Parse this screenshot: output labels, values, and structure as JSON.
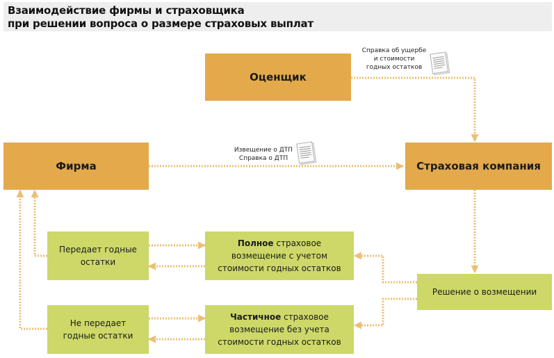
{
  "title": {
    "line1": "Взаимодействие фирмы и страховщика",
    "line2": "при решении вопроса о размере страховых выплат"
  },
  "boxes": {
    "appraiser": "Оценщик",
    "firm": "Фирма",
    "insurer": "Страховая компания",
    "transfers": "Передает годные остатки",
    "not_transfers": "Не передает годные остатки",
    "full_bold": "Полное",
    "full_rest": " страховое возмещение с учетом стоимости годных остатков",
    "partial_bold": "Частичное",
    "partial_rest": " страховое возмещение без учета стоимости годных остатков",
    "decision": "Решение о возмещении"
  },
  "labels": {
    "damage_line1": "Справка об ущербе",
    "damage_line2": "и стоимости",
    "damage_line3": "годных остатков",
    "accident_line1": "Извещение о ДТП",
    "accident_line2": "Справка о ДТП"
  },
  "colors": {
    "orange": "#e3a94b",
    "green": "#cdd868",
    "arrow": "#ebbf74",
    "title_bg": "#eeeeee"
  },
  "icons": [
    "document-icon",
    "document-icon"
  ]
}
